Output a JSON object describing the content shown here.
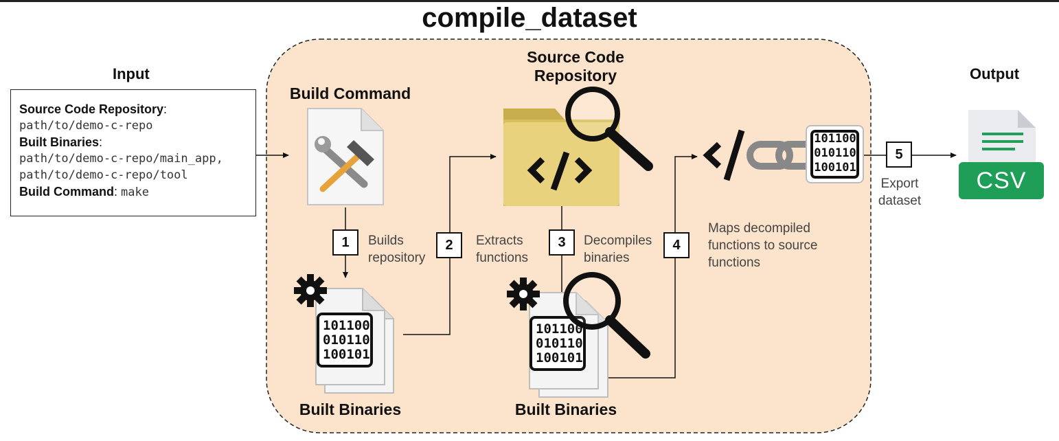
{
  "title": "compile_dataset",
  "input": {
    "heading": "Input",
    "repo_label": "Source Code Repository",
    "repo_path": "path/to/demo-c-repo",
    "binaries_label": "Built Binaries",
    "binary_path_1": "path/to/demo-c-repo/main_app,",
    "binary_path_2": "path/to/demo-c-repo/tool",
    "build_label": "Build Command",
    "build_value": "make"
  },
  "output": {
    "heading": "Output",
    "csv_label": "CSV"
  },
  "nodes": {
    "build_command": "Build Command",
    "source_repo_line1": "Source Code",
    "source_repo_line2": "Repository",
    "built_binaries_1": "Built Binaries",
    "built_binaries_2": "Built Binaries"
  },
  "binary_digits": {
    "line1": "101100",
    "line2": "010110",
    "line3": "100101"
  },
  "steps": [
    {
      "num": "1",
      "line1": "Builds",
      "line2": "repository"
    },
    {
      "num": "2",
      "line1": "Extracts",
      "line2": "functions"
    },
    {
      "num": "3",
      "line1": "Decompiles",
      "line2": "binaries"
    },
    {
      "num": "4",
      "line1": "Maps decompiled",
      "line2": "functions to source",
      "line3": "functions"
    },
    {
      "num": "5",
      "line1": "Export",
      "line2": "dataset"
    }
  ],
  "colors": {
    "process_bg": "#fce3cc",
    "folder": "#e9d27e",
    "csv_green": "#1e9e57",
    "csv_page": "#e9ebee"
  },
  "icons": [
    "wrench-hammer-icon",
    "gear-icon",
    "magnifier-icon",
    "code-icon",
    "link-icon",
    "folder-icon",
    "csv-file-icon"
  ]
}
